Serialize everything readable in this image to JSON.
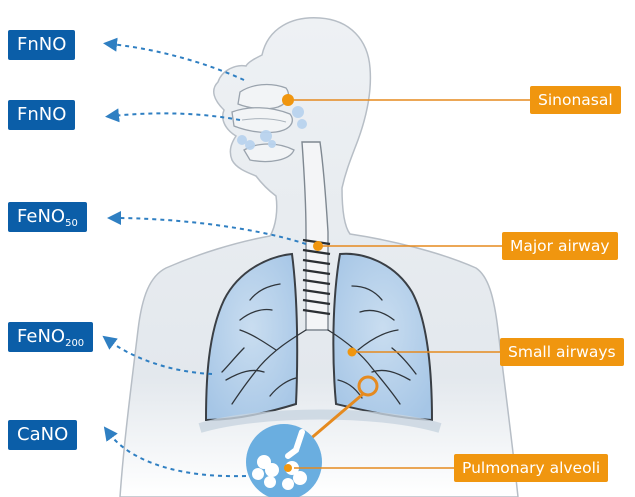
{
  "colors": {
    "blue_label": "#0b5ea8",
    "orange_label": "#f0960f",
    "dashed_arrow": "#2f7fc2",
    "body_fill": "#e6eaee",
    "lung_fill": "#b4d0ea",
    "leader_line": "#e58a1f"
  },
  "measurements": [
    {
      "base": "FnNO",
      "sub": ""
    },
    {
      "base": "FnNO",
      "sub": ""
    },
    {
      "base": "FeNO",
      "sub": "50"
    },
    {
      "base": "FeNO",
      "sub": "200"
    },
    {
      "base": "CaNO",
      "sub": ""
    }
  ],
  "regions": [
    {
      "label": "Sinonasal"
    },
    {
      "label": "Major airway"
    },
    {
      "label": "Small airways"
    },
    {
      "label": "Pulmonary alveoli"
    }
  ],
  "icons": [
    "dashed-arrow-icon",
    "alveoli-icon"
  ]
}
